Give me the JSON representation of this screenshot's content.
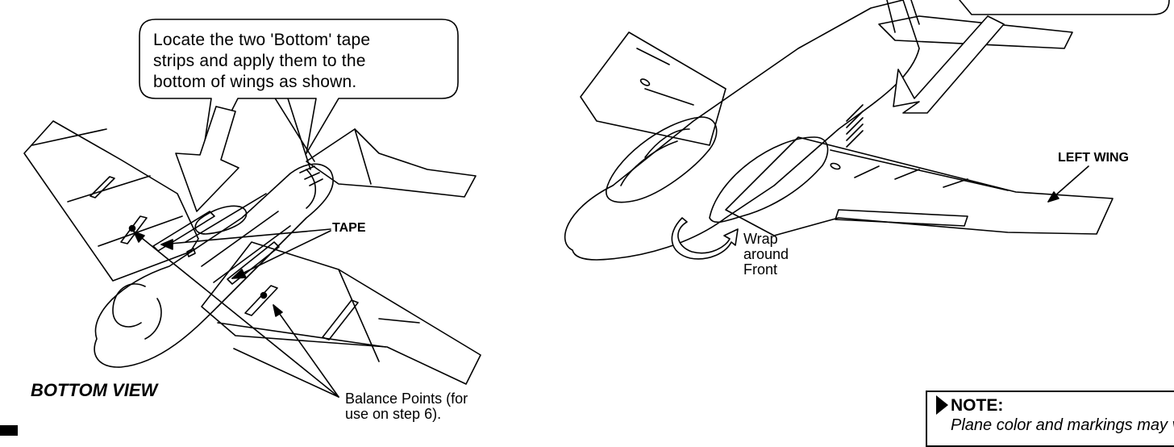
{
  "callout": {
    "lines": [
      "Locate the two 'Bottom' tape",
      "strips and apply them to the",
      "bottom of wings as shown."
    ]
  },
  "labels": {
    "tape": "TAPE",
    "left_wing": "LEFT WING",
    "wrap": [
      "Wrap",
      "around",
      "Front"
    ],
    "bottom_view": "BOTTOM VIEW",
    "balance": [
      "Balance Points (for",
      "use on step 6)."
    ]
  },
  "note": {
    "title": "NOTE:",
    "body": "Plane color and markings may vary."
  }
}
